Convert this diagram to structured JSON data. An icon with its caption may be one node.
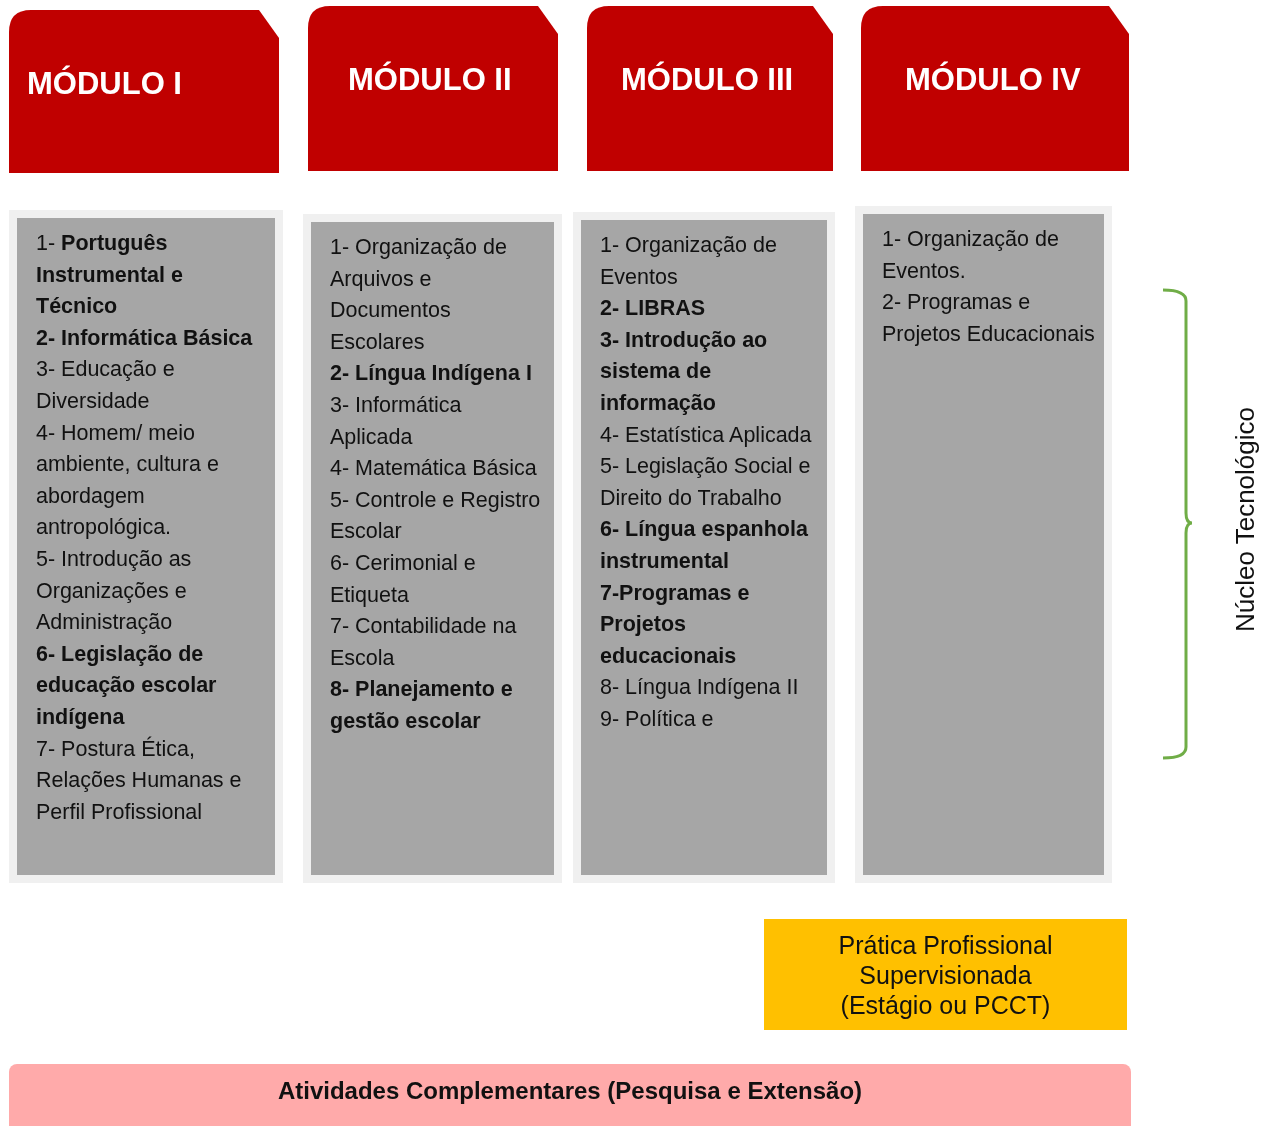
{
  "diagram": {
    "nodes": [
      {
        "text": [
          "MÓDULO I"
        ]
      },
      {
        "text": [
          "MÓDULO II"
        ]
      },
      {
        "text": [
          "MÓDULO III"
        ]
      },
      {
        "text": [
          "MÓDULO IV"
        ]
      },
      {
        "text": [
          "1- **Português Instrumental e Técnico**",
          "**2- Informática Básica**",
          "3- Educação e Diversidade",
          "4- Homem/ meio ambiente, cultura e abordagem antropológica.",
          "5- Introdução as Organizações e Administração",
          "**6- Legislação de educação escolar indígena**",
          "7- Postura Ética, Relações Humanas e Perfil Profissional"
        ]
      },
      {
        "text": [
          "1- Organização de Arquivos e Documentos Escolares",
          "**2- Língua Indígena I**",
          "3- Informática Aplicada",
          "4- Matemática Básica",
          "5- Controle e Registro Escolar",
          "6- Cerimonial e Etiqueta",
          "7- Contabilidade na Escola",
          "**8- Planejamento e gestão escolar**"
        ]
      },
      {
        "text": [
          "1- Organização de Eventos",
          "**2- LIBRAS**",
          "**3- Introdução ao sistema de informação**",
          "4- Estatística Aplicada",
          "5- Legislação Social e Direito do Trabalho",
          "**6- Língua espanhola instrumental**",
          "**7-Programas e Projetos educacionais**",
          "8- Língua Indígena II",
          "9- Política e"
        ]
      },
      {
        "text": [
          "1- Organização de Eventos.",
          "2- Programas e Projetos Educacionais"
        ]
      },
      {
        "text": [
          "Prática Profissional Supervisionada (Estágio ou PCCT)"
        ]
      },
      {
        "text": [
          "Atividades Complementares (Pesquisa e Extensão)"
        ]
      }
    ],
    "labels": [
      "Núcleo Tecnológico"
    ]
  }
}
